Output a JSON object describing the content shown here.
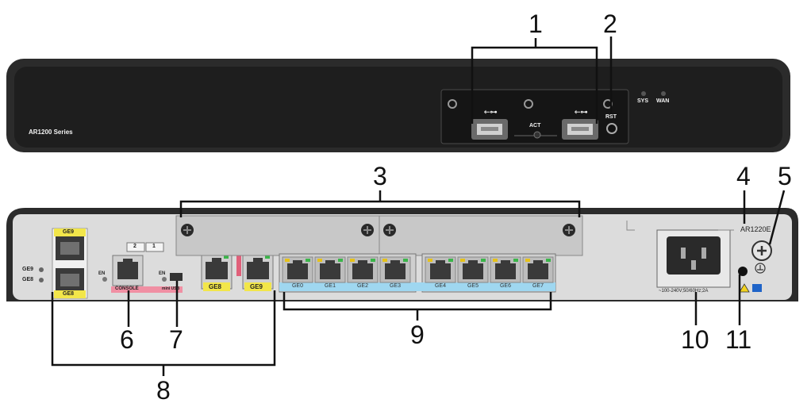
{
  "front_panel": {
    "series_label": "AR1200 Series",
    "usb_symbol": "⇽⊶",
    "act_label": "ACT",
    "rst_label": "RST",
    "sys_label": "SYS",
    "wan_label": "WAN"
  },
  "rear_panel": {
    "model_label": "AR1220E",
    "power_rating": "~100-240V;50/60Hz;2A",
    "combo_top_label": "GE9",
    "combo_bottom_label": "GE8",
    "combo_led_top": "GE9",
    "combo_led_bottom": "GE8",
    "en_label_1": "EN",
    "en_label_2": "EN",
    "console_label": "CONSOLE",
    "mini_usb_label": "mini USB",
    "card_slot_1": "2",
    "card_slot_2": "1",
    "ge8_label": "GE8",
    "ge9_label": "GE9",
    "ge_ports": [
      "GE0",
      "GE1",
      "GE2",
      "GE3",
      "GE4",
      "GE5",
      "GE6",
      "GE7"
    ]
  },
  "callouts": [
    "1",
    "2",
    "3",
    "4",
    "5",
    "6",
    "7",
    "8",
    "9",
    "10",
    "11"
  ],
  "colors": {
    "front_chassis": "#2a2a2a",
    "rear_panel": "#d9d9d9",
    "console_strip": "#f08fa3",
    "ge_label_yellow": "#f2e64a",
    "ge_label_blue": "#9fd7f0"
  }
}
